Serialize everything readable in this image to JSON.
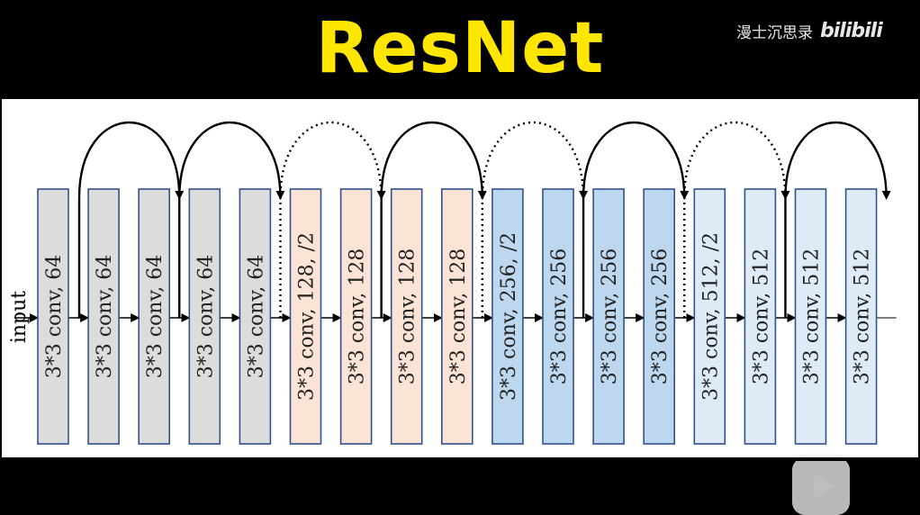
{
  "header": {
    "title": "ResNet",
    "watermark_text": "漫士沉思录",
    "watermark_logo": "bilibili"
  },
  "diagram": {
    "input_label": "input",
    "blocks": [
      {
        "label": "3*3 conv, 64",
        "fill": "#dcdcdc"
      },
      {
        "label": "3*3 conv, 64",
        "fill": "#dcdcdc"
      },
      {
        "label": "3*3 conv, 64",
        "fill": "#dcdcdc"
      },
      {
        "label": "3*3 conv, 64",
        "fill": "#dcdcdc"
      },
      {
        "label": "3*3 conv, 64",
        "fill": "#dcdcdc"
      },
      {
        "label": "3*3 conv, 128, /2",
        "fill": "#fbe3d6"
      },
      {
        "label": "3*3 conv, 128",
        "fill": "#fbe3d6"
      },
      {
        "label": "3*3 conv, 128",
        "fill": "#fbe3d6"
      },
      {
        "label": "3*3 conv, 128",
        "fill": "#fbe3d6"
      },
      {
        "label": "3*3 conv, 256, /2",
        "fill": "#bdd7ee"
      },
      {
        "label": "3*3 conv, 256",
        "fill": "#bdd7ee"
      },
      {
        "label": "3*3 conv, 256",
        "fill": "#bdd7ee"
      },
      {
        "label": "3*3 conv, 256",
        "fill": "#bdd7ee"
      },
      {
        "label": "3*3 conv, 512, /2",
        "fill": "#deebf7"
      },
      {
        "label": "3*3 conv, 512",
        "fill": "#deebf7"
      },
      {
        "label": "3*3 conv, 512",
        "fill": "#deebf7"
      },
      {
        "label": "3*3 conv, 512",
        "fill": "#deebf7"
      }
    ],
    "skip_connections": [
      {
        "from": 0,
        "to": 2,
        "style": "solid"
      },
      {
        "from": 2,
        "to": 4,
        "style": "solid"
      },
      {
        "from": 4,
        "to": 6,
        "style": "dotted"
      },
      {
        "from": 6,
        "to": 8,
        "style": "solid"
      },
      {
        "from": 8,
        "to": 10,
        "style": "dotted"
      },
      {
        "from": 10,
        "to": 12,
        "style": "solid"
      },
      {
        "from": 12,
        "to": 14,
        "style": "dotted"
      },
      {
        "from": 14,
        "to": 16,
        "style": "solid"
      }
    ],
    "colors": {
      "border": "#2f528f",
      "line": "#000000",
      "gray": "#dcdcdc",
      "peach": "#fbe3d6",
      "blue": "#bdd7ee",
      "light_blue": "#deebf7"
    }
  }
}
